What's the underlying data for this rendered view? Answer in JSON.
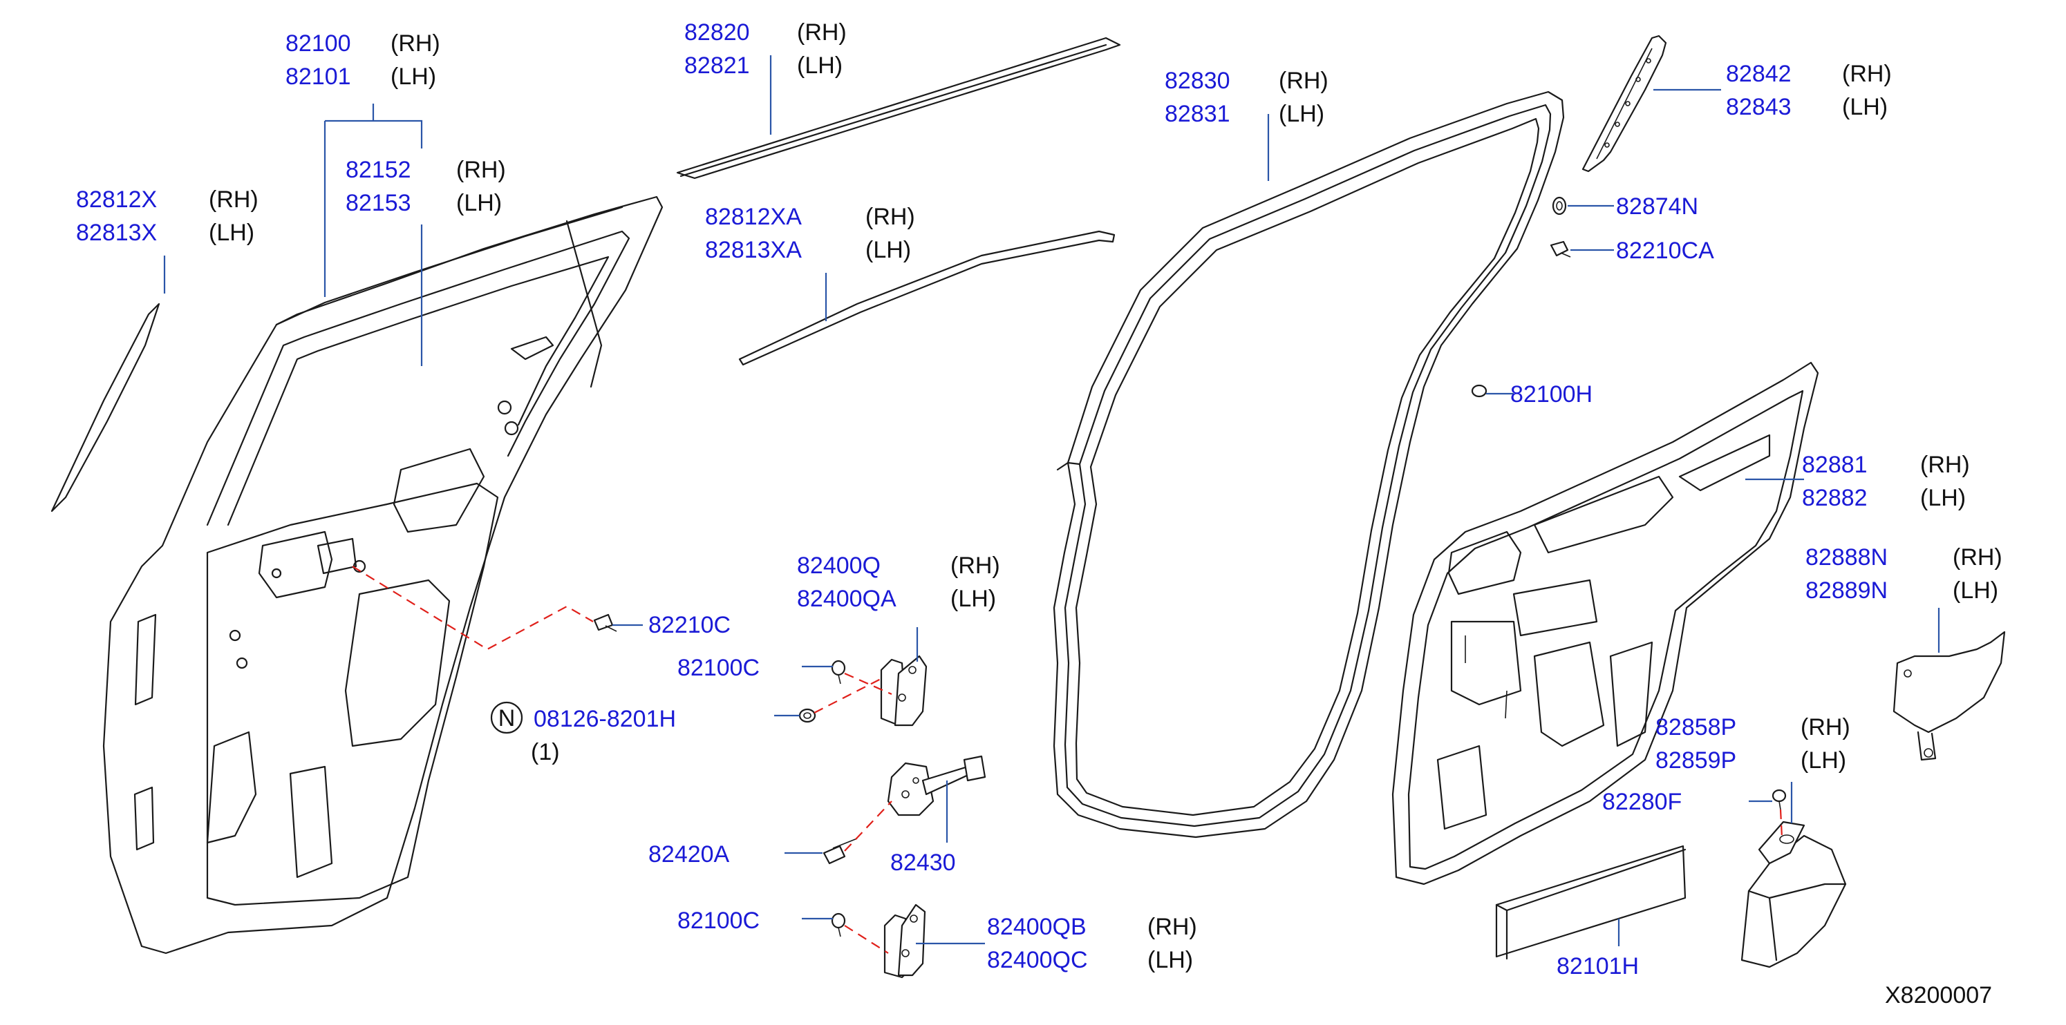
{
  "diagram": {
    "drawing_number": "X8200007",
    "colors": {
      "part_number": "#1a1ad6",
      "leader": "#2a55a8",
      "dashed_leader": "#e0201a",
      "outline": "#1a1a1a"
    },
    "labels": [
      {
        "id": "l01",
        "part": "82100",
        "side": "(RH)"
      },
      {
        "id": "l02",
        "part": "82101",
        "side": "(LH)"
      },
      {
        "id": "l03",
        "part": "82152",
        "side": "(RH)"
      },
      {
        "id": "l04",
        "part": "82153",
        "side": "(LH)"
      },
      {
        "id": "l05",
        "part": "82812X",
        "side": "(RH)"
      },
      {
        "id": "l06",
        "part": "82813X",
        "side": "(LH)"
      },
      {
        "id": "l07",
        "part": "82820",
        "side": "(RH)"
      },
      {
        "id": "l08",
        "part": "82821",
        "side": "(LH)"
      },
      {
        "id": "l09",
        "part": "82812XA",
        "side": "(RH)"
      },
      {
        "id": "l10",
        "part": "82813XA",
        "side": "(LH)"
      },
      {
        "id": "l11",
        "part": "82830",
        "side": "(RH)"
      },
      {
        "id": "l12",
        "part": "82831",
        "side": "(LH)"
      },
      {
        "id": "l13",
        "part": "82842",
        "side": "(RH)"
      },
      {
        "id": "l14",
        "part": "82843",
        "side": "(LH)"
      },
      {
        "id": "l15",
        "part": "82874N",
        "side": ""
      },
      {
        "id": "l16",
        "part": "82210CA",
        "side": ""
      },
      {
        "id": "l17",
        "part": "82100H",
        "side": ""
      },
      {
        "id": "l18",
        "part": "82881",
        "side": "(RH)"
      },
      {
        "id": "l19",
        "part": "82882",
        "side": "(LH)"
      },
      {
        "id": "l20",
        "part": "82888N",
        "side": "(RH)"
      },
      {
        "id": "l21",
        "part": "82889N",
        "side": "(LH)"
      },
      {
        "id": "l22",
        "part": "82858P",
        "side": "(RH)"
      },
      {
        "id": "l23",
        "part": "82859P",
        "side": "(LH)"
      },
      {
        "id": "l24",
        "part": "82280F",
        "side": ""
      },
      {
        "id": "l25",
        "part": "82101H",
        "side": ""
      },
      {
        "id": "l26",
        "part": "82400Q",
        "side": "(RH)"
      },
      {
        "id": "l27",
        "part": "82400QA",
        "side": "(LH)"
      },
      {
        "id": "l28",
        "part": "82210C",
        "side": ""
      },
      {
        "id": "l29",
        "part": "82100C",
        "side": ""
      },
      {
        "id": "l30",
        "part": "08126-8201H",
        "side": ""
      },
      {
        "id": "l31",
        "part": "82420A",
        "side": ""
      },
      {
        "id": "l32",
        "part": "82430",
        "side": ""
      },
      {
        "id": "l33",
        "part": "82100C",
        "side": ""
      },
      {
        "id": "l34",
        "part": "82400QB",
        "side": "(RH)"
      },
      {
        "id": "l35",
        "part": "82400QC",
        "side": "(LH)"
      }
    ],
    "bolt_note": {
      "symbol": "N",
      "quantity": "(1)"
    }
  }
}
